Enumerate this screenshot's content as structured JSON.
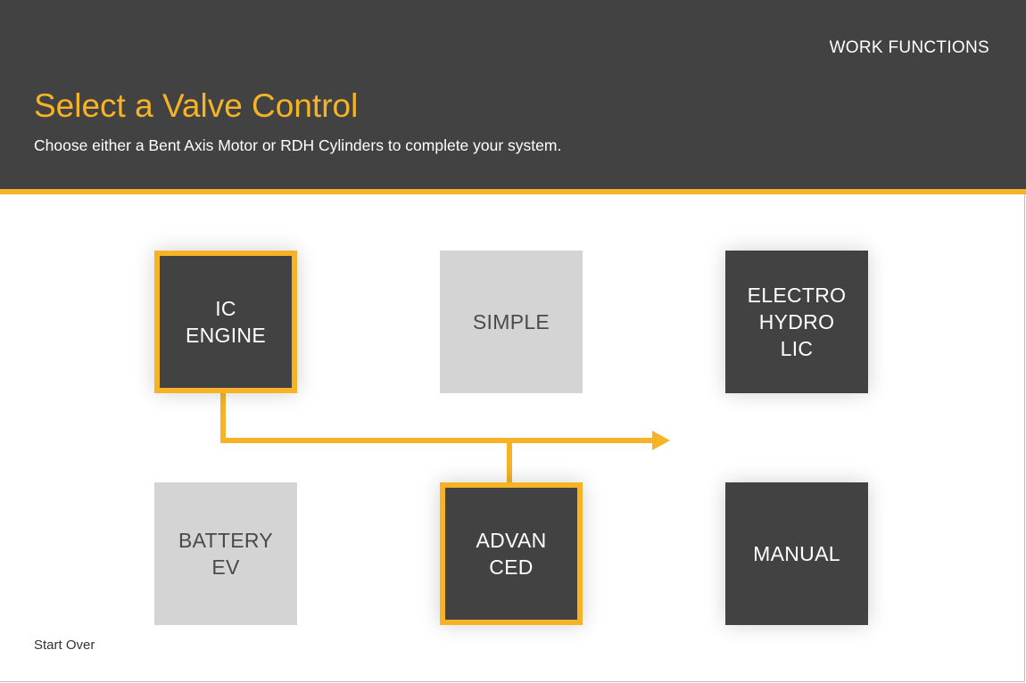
{
  "header": {
    "section_label": "WORK FUNCTIONS",
    "title": "Select a Valve Control",
    "subtitle": "Choose either a Bent Axis Motor or RDH Cylinders to complete your system."
  },
  "tiles": [
    {
      "label": "IC\nENGINE",
      "state": "selected"
    },
    {
      "label": "SIMPLE",
      "state": "disabled"
    },
    {
      "label": "ELECTRO\nHYDRO\nLIC",
      "state": "available"
    },
    {
      "label": "BATTERY\nEV",
      "state": "disabled"
    },
    {
      "label": "ADVAN\nCED",
      "state": "selected"
    },
    {
      "label": "MANUAL",
      "state": "available"
    }
  ],
  "footer": {
    "start_over": "Start Over"
  },
  "colors": {
    "header_bg": "#424242",
    "accent": "#f6b326",
    "tile_dark": "#424242",
    "tile_disabled": "#d4d4d4"
  }
}
